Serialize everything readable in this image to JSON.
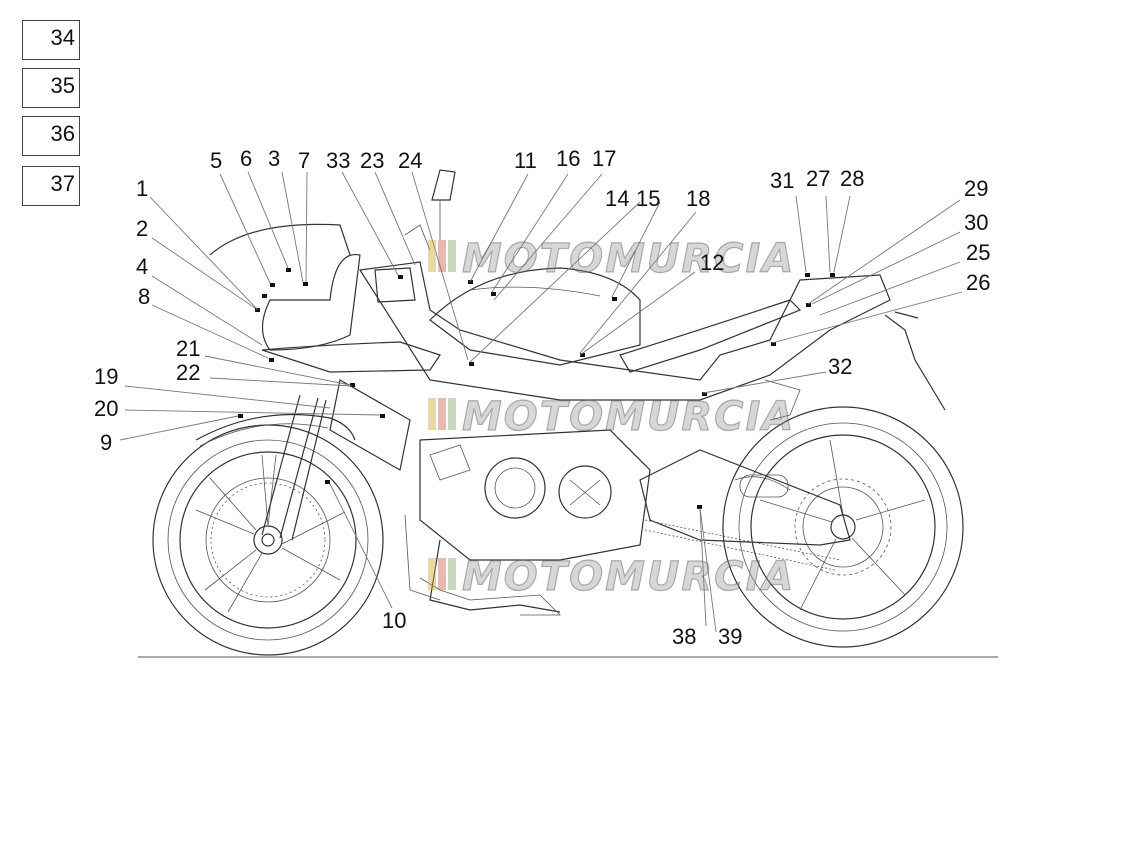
{
  "legend_boxes": [
    "34",
    "35",
    "36",
    "37"
  ],
  "watermark": "MOTOMURCIA",
  "callouts": [
    "1",
    "2",
    "3",
    "4",
    "5",
    "6",
    "7",
    "8",
    "9",
    "10",
    "11",
    "12",
    "14",
    "15",
    "16",
    "17",
    "18",
    "19",
    "20",
    "21",
    "22",
    "23",
    "24",
    "25",
    "26",
    "27",
    "28",
    "29",
    "30",
    "31",
    "32",
    "33",
    "38",
    "39"
  ]
}
